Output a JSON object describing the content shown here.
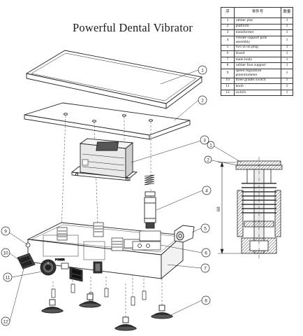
{
  "title": "Powerful Dental Vibrator",
  "parts_table": {
    "headers": [
      "序",
      "零件号",
      "数量"
    ],
    "rows": [
      {
        "no": "1",
        "name": "rubber plat",
        "qty": "1"
      },
      {
        "no": "2",
        "name": "platform",
        "qty": "1"
      },
      {
        "no": "3",
        "name": "transformer",
        "qty": "1"
      },
      {
        "no": "4",
        "name": "vibrate support pole assembly",
        "qty": "1"
      },
      {
        "no": "5",
        "name": "two in on plug",
        "qty": "1"
      },
      {
        "no": "6",
        "name": "board",
        "qty": "1"
      },
      {
        "no": "7",
        "name": "main body",
        "qty": "1"
      },
      {
        "no": "8",
        "name": "rubber foot support",
        "qty": "1"
      },
      {
        "no": "9",
        "name": "speed regulation potentiometer",
        "qty": "1"
      },
      {
        "no": "10",
        "name": "three grades switch",
        "qty": "1"
      },
      {
        "no": "11",
        "name": "knob",
        "qty": "1"
      },
      {
        "no": "12",
        "name": "switch",
        "qty": "1"
      }
    ]
  },
  "callouts": [
    "1",
    "2",
    "3",
    "4",
    "5",
    "6",
    "7",
    "8",
    "9",
    "10",
    "11",
    "12"
  ],
  "section_view": {
    "callouts": [
      "1",
      "2"
    ],
    "dimension": "68"
  },
  "panel_labels": {
    "power": "POWER"
  },
  "icons": {
    "knob": "knob-icon",
    "rocker_switch": "rocker-switch-icon",
    "spring": "spring-icon",
    "transformer": "transformer-icon"
  }
}
